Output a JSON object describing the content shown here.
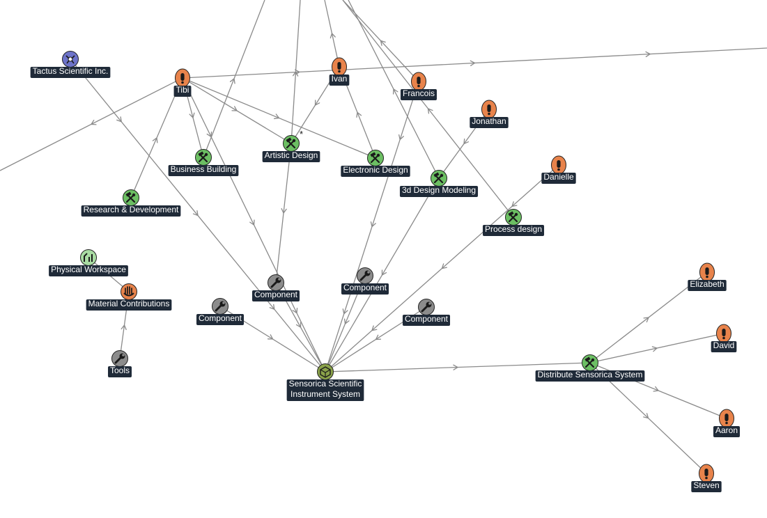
{
  "nodes": [
    {
      "id": "tactus",
      "label": "Tactus Scientific Inc.",
      "kind": "organization",
      "icon": "organization-icon",
      "color": "#6d73c9"
    },
    {
      "id": "tibi",
      "label": "Tibi",
      "kind": "person",
      "icon": "person-icon",
      "color": "#e8834b"
    },
    {
      "id": "ivan",
      "label": "Ivan",
      "kind": "person",
      "icon": "person-icon",
      "color": "#e8834b"
    },
    {
      "id": "francois",
      "label": "Francois",
      "kind": "person",
      "icon": "person-icon",
      "color": "#e8834b"
    },
    {
      "id": "jonathan",
      "label": "Jonathan",
      "kind": "person",
      "icon": "person-icon",
      "color": "#e8834b"
    },
    {
      "id": "danielle",
      "label": "Danielle",
      "kind": "person",
      "icon": "person-icon",
      "color": "#e8834b"
    },
    {
      "id": "elizabeth",
      "label": "Elizabeth",
      "kind": "person",
      "icon": "person-icon",
      "color": "#e8834b"
    },
    {
      "id": "david",
      "label": "David",
      "kind": "person",
      "icon": "person-icon",
      "color": "#e8834b"
    },
    {
      "id": "aaron",
      "label": "Aaron",
      "kind": "person",
      "icon": "person-icon",
      "color": "#e8834b"
    },
    {
      "id": "steven",
      "label": "Steven",
      "kind": "person",
      "icon": "person-icon",
      "color": "#e8834b"
    },
    {
      "id": "business",
      "label": "Business Building",
      "kind": "activity",
      "icon": "tools-icon",
      "color": "#6cbf63"
    },
    {
      "id": "artistic",
      "label": "Artistic Design",
      "kind": "activity",
      "icon": "tools-icon",
      "color": "#6cbf63",
      "marker": "*"
    },
    {
      "id": "electronic",
      "label": "Electronic Design",
      "kind": "activity",
      "icon": "tools-icon",
      "color": "#6cbf63"
    },
    {
      "id": "modeling",
      "label": "3d Design Modeling",
      "kind": "activity",
      "icon": "tools-icon",
      "color": "#6cbf63"
    },
    {
      "id": "research",
      "label": "Research & Development",
      "kind": "activity",
      "icon": "tools-icon",
      "color": "#6cbf63"
    },
    {
      "id": "process",
      "label": "Process design",
      "kind": "activity",
      "icon": "tools-icon",
      "color": "#6cbf63"
    },
    {
      "id": "distribute",
      "label": "Distribute Sensorica System",
      "kind": "activity",
      "icon": "tools-icon",
      "color": "#6cbf63"
    },
    {
      "id": "workspace",
      "label": "Physical Workspace",
      "kind": "workspace",
      "icon": "workspace-icon",
      "color": "#a9dca3"
    },
    {
      "id": "material",
      "label": "Material Contributions",
      "kind": "material",
      "icon": "hand-icon",
      "color": "#e8834b"
    },
    {
      "id": "tools",
      "label": "Tools",
      "kind": "resource",
      "icon": "wrench-icon",
      "color": "#8c8c8c"
    },
    {
      "id": "comp1",
      "label": "Component",
      "kind": "resource",
      "icon": "wrench-icon",
      "color": "#8c8c8c"
    },
    {
      "id": "comp2",
      "label": "Component",
      "kind": "resource",
      "icon": "wrench-icon",
      "color": "#8c8c8c"
    },
    {
      "id": "comp3",
      "label": "Component",
      "kind": "resource",
      "icon": "wrench-icon",
      "color": "#8c8c8c"
    },
    {
      "id": "comp4",
      "label": "Component",
      "kind": "resource",
      "icon": "wrench-icon",
      "color": "#8c8c8c"
    },
    {
      "id": "product",
      "label": "Sensorica Scientific\nInstrument System",
      "kind": "product",
      "icon": "product-icon",
      "color": "#8aa24a"
    }
  ],
  "edges": [
    [
      "tactus",
      "product"
    ],
    [
      "tibi",
      "edge-offscreen-left"
    ],
    [
      "tibi",
      "edge-offscreen-right"
    ],
    [
      "tibi",
      "business"
    ],
    [
      "tibi",
      "artistic"
    ],
    [
      "tibi",
      "electronic"
    ],
    [
      "tibi",
      "product"
    ],
    [
      "research",
      "tibi"
    ],
    [
      "business",
      "edge-offscreen-top-1"
    ],
    [
      "artistic",
      "edge-offscreen-top-2"
    ],
    [
      "ivan",
      "artistic"
    ],
    [
      "electronic",
      "ivan"
    ],
    [
      "ivan",
      "edge-offscreen-top-3"
    ],
    [
      "francois",
      "edge-offscreen-top-4"
    ],
    [
      "francois",
      "product"
    ],
    [
      "modeling",
      "edge-offscreen-top-5"
    ],
    [
      "jonathan",
      "modeling"
    ],
    [
      "process",
      "edge-offscreen-top-4"
    ],
    [
      "danielle",
      "product"
    ],
    [
      "artistic",
      "comp1"
    ],
    [
      "comp1",
      "product"
    ],
    [
      "comp2",
      "product"
    ],
    [
      "modeling",
      "product"
    ],
    [
      "comp3",
      "product"
    ],
    [
      "comp4",
      "product"
    ],
    [
      "workspace",
      "material"
    ],
    [
      "tools",
      "material"
    ],
    [
      "product",
      "distribute"
    ],
    [
      "distribute",
      "elizabeth"
    ],
    [
      "distribute",
      "david"
    ],
    [
      "distribute",
      "aaron"
    ],
    [
      "distribute",
      "steven"
    ]
  ]
}
